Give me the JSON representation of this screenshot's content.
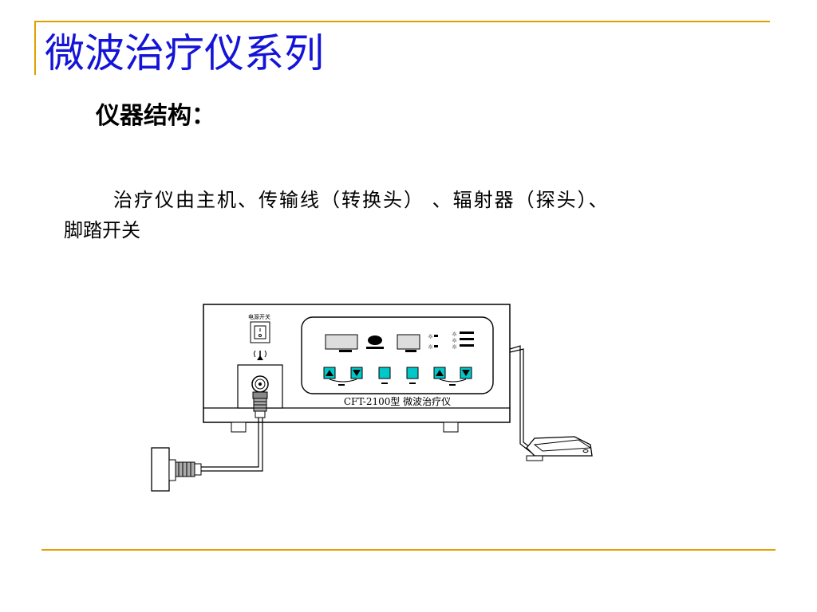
{
  "slide": {
    "title": "微波治疗仪系列",
    "subtitle": "仪器结构：",
    "body_line1": "治疗仪由主机、传输线（转换头） 、辐射器（探头）、",
    "body_line2": "脚踏开关"
  },
  "diagram": {
    "power_switch_label": "电源开关",
    "model_label": "CFT-2100型 微波治疗仪"
  },
  "colors": {
    "title": "#1414d8",
    "rule": "#e0a000",
    "button_fill": "#00c8c8"
  }
}
